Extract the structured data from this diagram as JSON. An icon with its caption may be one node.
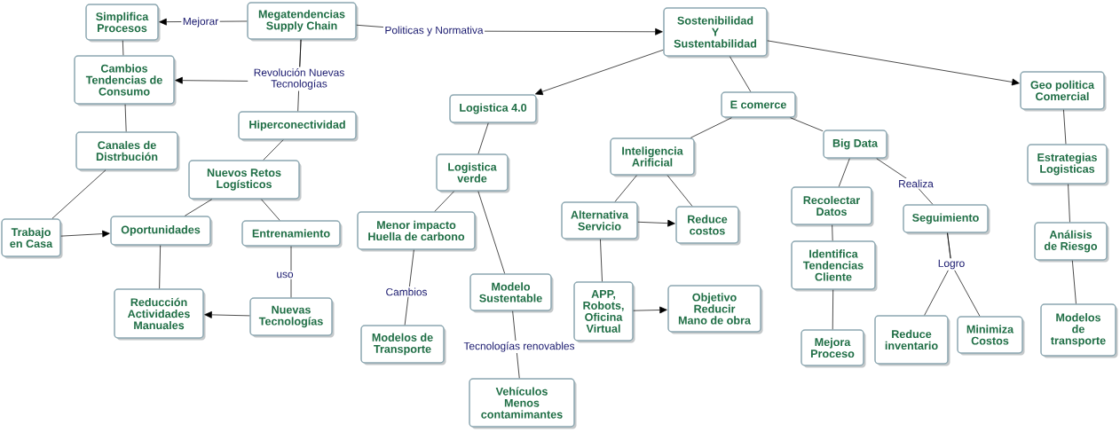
{
  "diagram": {
    "nodes": [
      {
        "text": [
          "Simplifica Procesos"
        ]
      },
      {
        "text": [
          "Megatendencias Supply Chain"
        ]
      },
      {
        "text": [
          "Sostenibilidad Y Sustentabilidad"
        ]
      },
      {
        "text": [
          "Cambios Tendencias de Consumo"
        ]
      },
      {
        "text": [
          "Geo politica Comercial"
        ]
      },
      {
        "text": [
          "Logistica 4.0"
        ]
      },
      {
        "text": [
          "E comerce"
        ]
      },
      {
        "text": [
          "Hiperconectividad"
        ]
      },
      {
        "text": [
          "Canales de Distrbución"
        ]
      },
      {
        "text": [
          "Inteligencia Arificial"
        ]
      },
      {
        "text": [
          "Big Data"
        ]
      },
      {
        "text": [
          "Estrategias Logisticas"
        ]
      },
      {
        "text": [
          "Logistica verde"
        ]
      },
      {
        "text": [
          "Nuevos Retos Logísticos"
        ]
      },
      {
        "text": [
          "Recolectar Datos"
        ]
      },
      {
        "text": [
          "Seguimiento"
        ]
      },
      {
        "text": [
          "Alternativa Servicio"
        ]
      },
      {
        "text": [
          "Reduce costos"
        ]
      },
      {
        "text": [
          "Trabajo en Casa"
        ]
      },
      {
        "text": [
          "Oportunidades"
        ]
      },
      {
        "text": [
          "Entrenamiento"
        ]
      },
      {
        "text": [
          "Menor impacto Huella de carbono"
        ]
      },
      {
        "text": [
          "Identifica Tendencias Cliente"
        ]
      },
      {
        "text": [
          "Análisis de Riesgo"
        ]
      },
      {
        "text": [
          "Modelo Sustentable"
        ]
      },
      {
        "text": [
          "APP, Robots, Oficina Virtual"
        ]
      },
      {
        "text": [
          "Objetivo Reducir Mano de obra"
        ]
      },
      {
        "text": [
          "Reducción Actividades Manuales"
        ]
      },
      {
        "text": [
          "Nuevas Tecnologías"
        ]
      },
      {
        "text": [
          "Modelos de Transporte"
        ]
      },
      {
        "text": [
          "Mejora Proceso"
        ]
      },
      {
        "text": [
          "Reduce inventario"
        ]
      },
      {
        "text": [
          "Minimiza Costos"
        ]
      },
      {
        "text": [
          "Modelos de transporte"
        ]
      },
      {
        "text": [
          "Vehículos Menos contamimantes"
        ]
      }
    ],
    "edges": [
      {
        "from": 1,
        "to": 0,
        "arrow": "to",
        "label": "Mejorar"
      },
      {
        "from": 1,
        "to": 2,
        "arrow": "to",
        "label": "Politicas y Normativa"
      },
      {
        "from": 1,
        "to": 3,
        "arrow": "to",
        "label": "Revolución Nuevas Tecnologías"
      },
      {
        "from": 1,
        "to": 7,
        "arrow": "none"
      },
      {
        "from": 0,
        "to": 3,
        "arrow": "none"
      },
      {
        "from": 3,
        "to": 8,
        "arrow": "none"
      },
      {
        "from": 8,
        "to": 18,
        "arrow": "none"
      },
      {
        "from": 18,
        "to": 19,
        "arrow": "to"
      },
      {
        "from": 7,
        "to": 13,
        "arrow": "none"
      },
      {
        "from": 13,
        "to": 19,
        "arrow": "none"
      },
      {
        "from": 13,
        "to": 20,
        "arrow": "none"
      },
      {
        "from": 19,
        "to": 27,
        "arrow": "none"
      },
      {
        "from": 20,
        "to": 28,
        "arrow": "none",
        "label": "uso"
      },
      {
        "from": 28,
        "to": 27,
        "arrow": "to"
      },
      {
        "from": 2,
        "to": 5,
        "arrow": "to"
      },
      {
        "from": 2,
        "to": 6,
        "arrow": "none"
      },
      {
        "from": 2,
        "to": 4,
        "arrow": "to"
      },
      {
        "from": 5,
        "to": 12,
        "arrow": "none"
      },
      {
        "from": 12,
        "to": 21,
        "arrow": "none"
      },
      {
        "from": 12,
        "to": 24,
        "arrow": "none"
      },
      {
        "from": 21,
        "to": 29,
        "arrow": "none",
        "label": "Cambios"
      },
      {
        "from": 24,
        "to": 34,
        "arrow": "none",
        "label": "Tecnologías renovables"
      },
      {
        "from": 6,
        "to": 9,
        "arrow": "none"
      },
      {
        "from": 6,
        "to": 10,
        "arrow": "none"
      },
      {
        "from": 9,
        "to": 16,
        "arrow": "none"
      },
      {
        "from": 9,
        "to": 17,
        "arrow": "none"
      },
      {
        "from": 16,
        "to": 17,
        "arrow": "to"
      },
      {
        "from": 16,
        "to": 25,
        "arrow": "none"
      },
      {
        "from": 25,
        "to": 26,
        "arrow": "to"
      },
      {
        "from": 10,
        "to": 14,
        "arrow": "none"
      },
      {
        "from": 10,
        "to": 15,
        "arrow": "none",
        "label": "Realiza"
      },
      {
        "from": 14,
        "to": 22,
        "arrow": "none"
      },
      {
        "from": 22,
        "to": 30,
        "arrow": "none"
      },
      {
        "from": 15,
        "to": 31,
        "arrow": "none",
        "label": "Logro"
      },
      {
        "from": 15,
        "to": 32,
        "arrow": "none"
      },
      {
        "from": 4,
        "to": 11,
        "arrow": "none"
      },
      {
        "from": 11,
        "to": 23,
        "arrow": "none"
      },
      {
        "from": 23,
        "to": 33,
        "arrow": "none"
      }
    ]
  }
}
